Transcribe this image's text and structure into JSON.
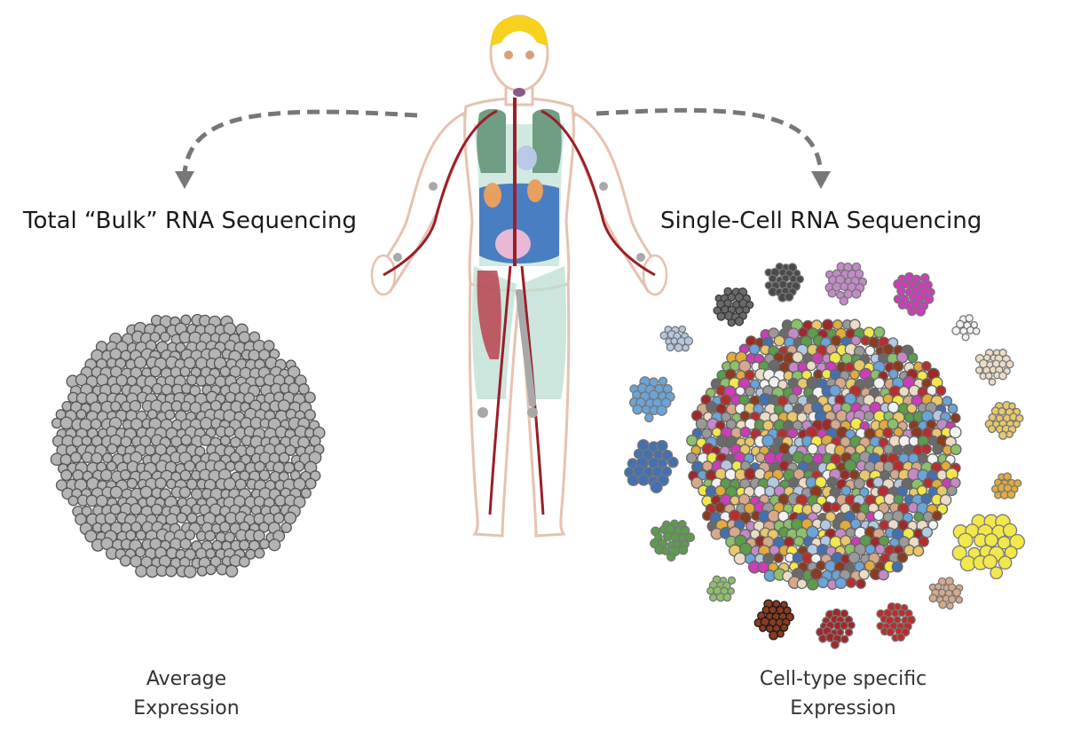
{
  "headings": {
    "bulk": "Total “Bulk” RNA Sequencing",
    "single_cell": "Single-Cell RNA Sequencing"
  },
  "captions": {
    "bulk": [
      "Average",
      "Expression"
    ],
    "single_cell": [
      "Cell-type specific",
      "Expression"
    ]
  },
  "colors": {
    "arrow": "#777777",
    "bulk_cell_fill": "#b4b4b4",
    "bulk_cell_stroke": "#555555",
    "mixed_cell_stroke": "#666666"
  },
  "cell_type_colors": [
    "#6a6a6a",
    "#9a9a9a",
    "#c48ac8",
    "#cc3db8",
    "#f2f2f2",
    "#ecdcc6",
    "#e7c86a",
    "#e2ab3c",
    "#f2e84c",
    "#d6a98a",
    "#b82e2e",
    "#a02828",
    "#8a3b20",
    "#8cc06a",
    "#5c9c4c",
    "#4470b0",
    "#6aa4d8",
    "#b4c8e2"
  ]
}
